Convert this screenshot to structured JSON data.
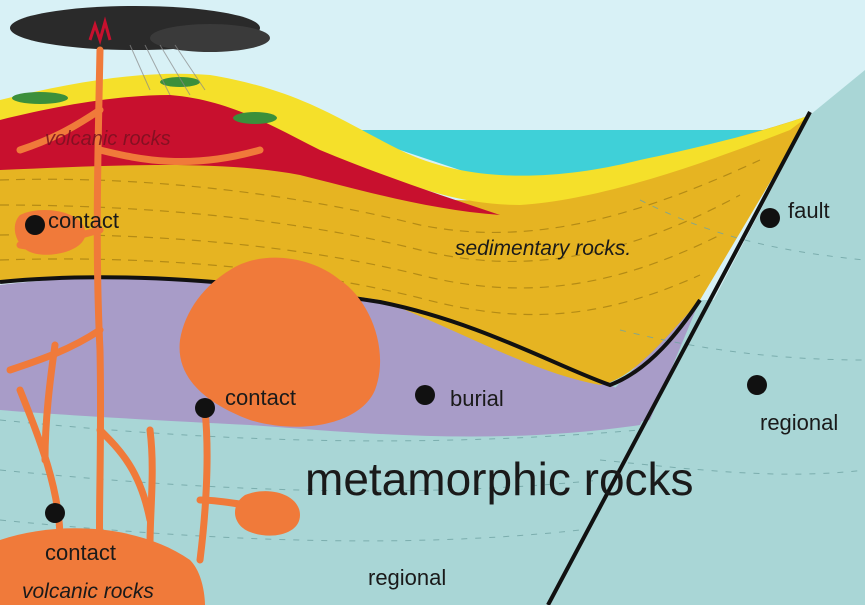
{
  "labels": {
    "volcanic_top": "volcanic rocks",
    "contact_upper": "contact",
    "sedimentary": "sedimentary rocks.",
    "fault": "fault",
    "contact_middle": "contact",
    "burial": "burial",
    "regional_right": "regional",
    "metamorphic": "metamorphic rocks",
    "contact_lower": "contact",
    "volcanic_bottom": "volcanic rocks",
    "regional_bottom": "regional"
  },
  "colors": {
    "sky": "#d8f1f6",
    "sea": "#3fd0d8",
    "cloud": "#2a2a2a",
    "volcanic_layer": "#c8102e",
    "yellow_layer": "#f5e02a",
    "sedimentary": "#e6b422",
    "burial_zone": "#a89cc8",
    "regional_zone": "#a9d6d6",
    "intrusion": "#f07a3a",
    "dot": "#111111"
  }
}
